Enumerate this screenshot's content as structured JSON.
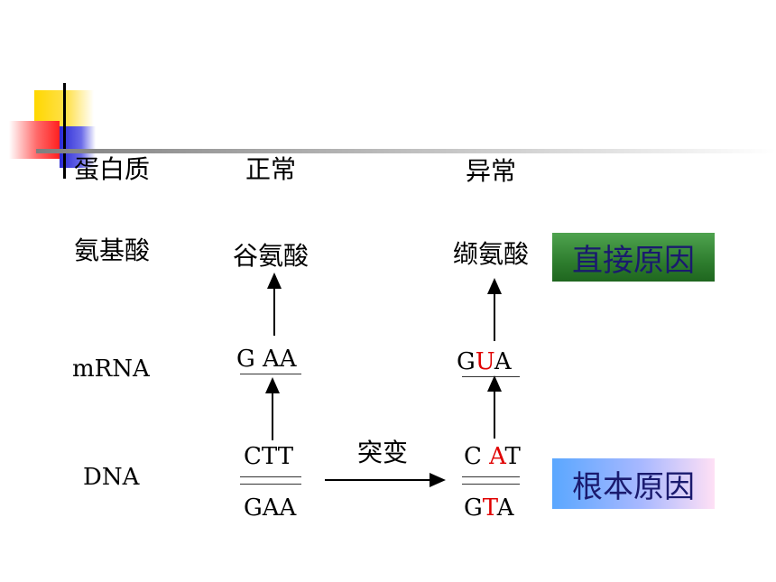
{
  "rows": {
    "protein": "蛋白质",
    "amino_acid": "氨基酸",
    "mrna": "mRNA",
    "dna": "DNA"
  },
  "columns": {
    "normal": "正常",
    "abnormal": "异常"
  },
  "normal": {
    "amino_acid": "谷氨酸",
    "mrna": "G AA",
    "dna_top": "CTT",
    "dna_bottom": "GAA"
  },
  "abnormal": {
    "amino_acid": "缬氨酸",
    "mrna_pre": "G",
    "mrna_mut": "U",
    "mrna_post": "A",
    "dna_top_pre": "C ",
    "dna_top_mut": "A",
    "dna_top_post": "T",
    "dna_bottom_pre": "G",
    "dna_bottom_mut": "T",
    "dna_bottom_post": "A"
  },
  "mutation_label": "突变",
  "direct_cause": "直接原因",
  "root_cause": "根本原因",
  "colors": {
    "mutation": "#e00000",
    "direct_box": "#2e7d2e",
    "root_box": "#5aa7ff",
    "box_text": "#1a1a6e"
  }
}
